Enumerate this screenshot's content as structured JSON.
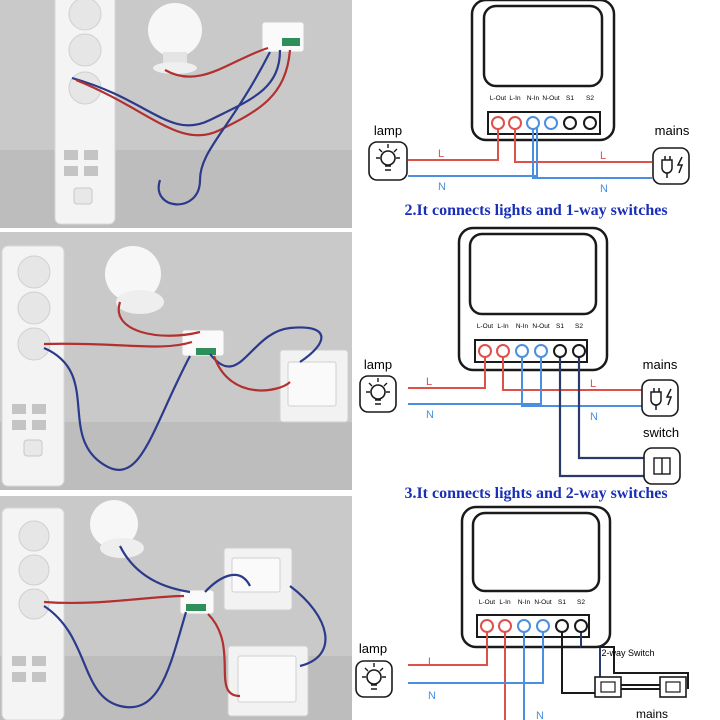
{
  "panels": [
    {
      "caption": "",
      "photo_alt": "photo-power-strip-bulb-module",
      "terminals": [
        "L-Out",
        "L-In",
        "N-In",
        "N-Out",
        "S1",
        "S2"
      ],
      "lamp_label": "lamp",
      "mains_label": "mains",
      "wire_L": "L",
      "wire_N": "N"
    },
    {
      "caption": "2.It connects lights and 1-way switches",
      "photo_alt": "photo-power-strip-bulb-module-1way-switch",
      "terminals": [
        "L-Out",
        "L-In",
        "N-In",
        "N-Out",
        "S1",
        "S2"
      ],
      "lamp_label": "lamp",
      "mains_label": "mains",
      "switch_label": "switch",
      "wire_L": "L",
      "wire_N": "N"
    },
    {
      "caption": "3.It connects lights and 2-way switches",
      "photo_alt": "photo-power-strip-bulb-module-2way-switches",
      "terminals": [
        "L-Out",
        "L-In",
        "N-In",
        "N-Out",
        "S1",
        "S2"
      ],
      "lamp_label": "lamp",
      "mains_label": "mains",
      "switch_label": "2-way Switch",
      "wire_L": "L",
      "wire_N": "N"
    }
  ],
  "colors": {
    "live": "#e0504a",
    "neutral": "#4a8fe0",
    "switch_wire": "#2a3a6a",
    "caption": "#1a2fb8"
  }
}
